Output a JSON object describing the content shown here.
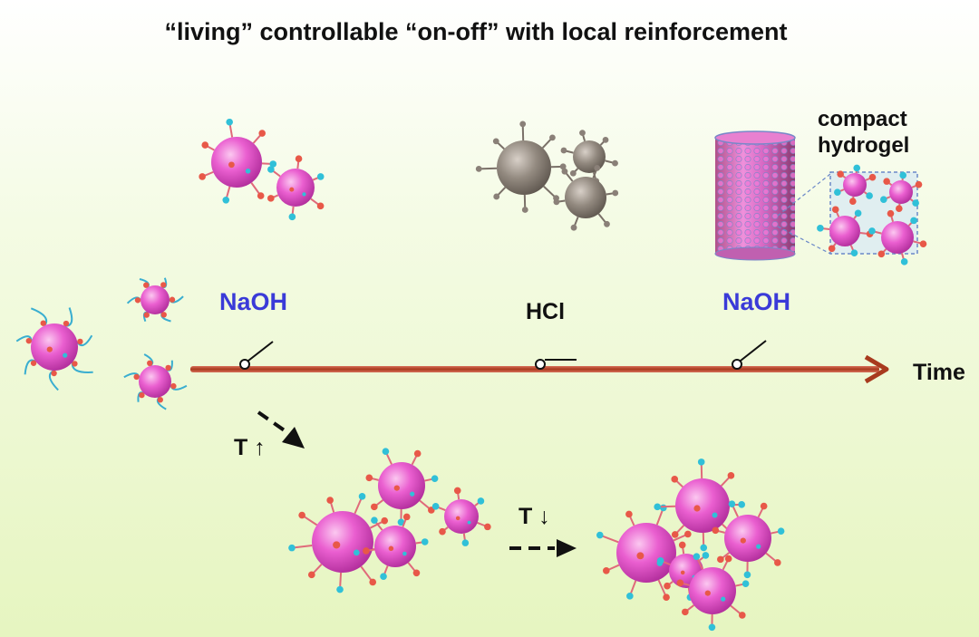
{
  "title": "“living” controllable “on-off” with local reinforcement",
  "labels": {
    "naoh_first": "NaOH",
    "hcl": "HCl",
    "naoh_second": "NaOH",
    "time": "Time",
    "compact_hydrogel_line1": "compact",
    "compact_hydrogel_line2": "hydrogel",
    "t_up": "T ↑",
    "t_down": "T ↓"
  },
  "colors": {
    "micelle": "#e858cc",
    "micelle_inactive": "#8c8278",
    "timeline": "#b04a28",
    "naoh_text": "#3a3ad8",
    "cyan_group": "#30c0d8",
    "red_group": "#e85848"
  }
}
